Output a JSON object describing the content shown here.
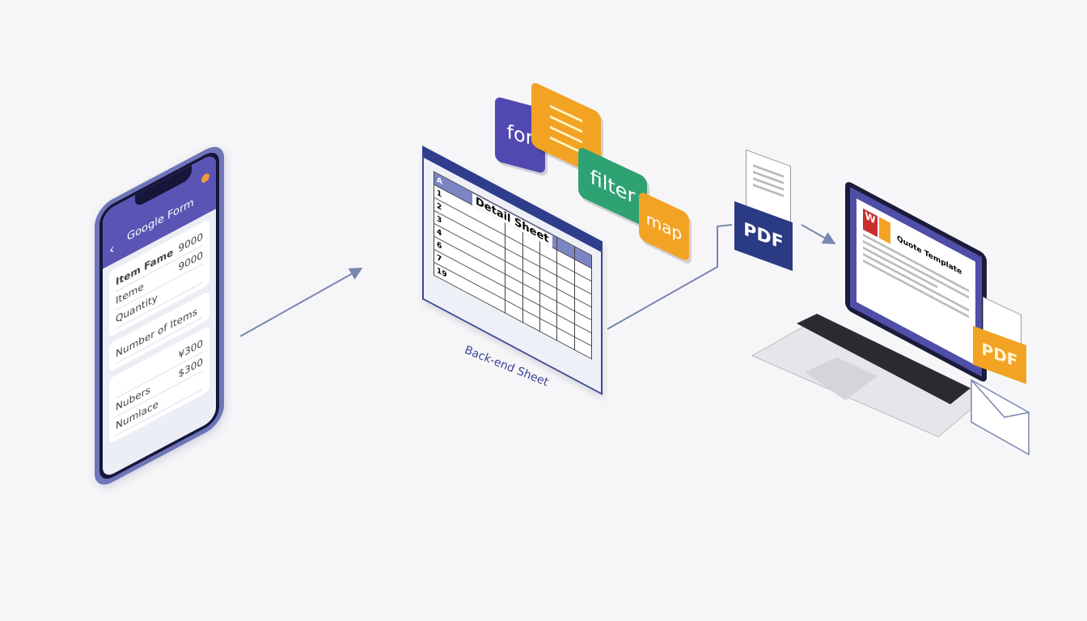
{
  "phone": {
    "title": "Google Form",
    "back_icon": "chevron-left",
    "rows": [
      {
        "label": "Item Fame",
        "value": "9000"
      },
      {
        "label": "Iteme",
        "value": "9000"
      },
      {
        "label": "Quantity",
        "value": ""
      },
      {
        "label": "Number of Items",
        "value": ""
      },
      {
        "label": "",
        "value": "¥300"
      },
      {
        "label": "Nubers",
        "value": "$300"
      },
      {
        "label": "Numlace",
        "value": ""
      }
    ]
  },
  "sheet": {
    "title": "Detail Sheet",
    "caption": "Back-end Sheet",
    "row_numbers": [
      "A",
      "1",
      "2",
      "3",
      "4",
      "6",
      "7",
      "19"
    ]
  },
  "bubbles": {
    "for": "for",
    "filter": "filter",
    "map": "map"
  },
  "pdf_doc": {
    "label": "PDF"
  },
  "laptop": {
    "doc_title": "Quote Template",
    "attachment": "PDF"
  },
  "colors": {
    "purple": "#5a55b5",
    "navy": "#2b3a85",
    "orange": "#f2a324",
    "green": "#2fa273"
  }
}
